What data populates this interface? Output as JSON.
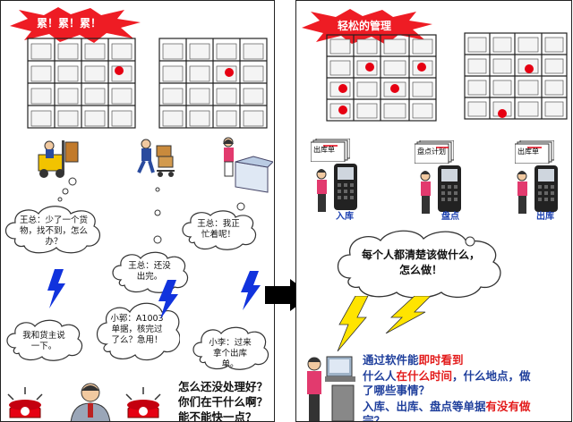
{
  "left_panel": {
    "burst_label": "累！累！累！",
    "thought_bubbles": [
      {
        "text": "王总：少了一个货物，找不到，怎么办？"
      },
      {
        "text": "王总：还没出完。"
      },
      {
        "text": "王总：我正忙着呢！"
      },
      {
        "text": "我和货主说一下。"
      },
      {
        "text": "小郭：A1003单据，核完过了么？急用！"
      },
      {
        "text": "小李：过来拿个出库单。"
      }
    ],
    "questions": [
      "怎么还没处理好？",
      "你们在干什么啊？",
      "能不能快一点？"
    ]
  },
  "right_panel": {
    "burst_label": "轻松的管理",
    "stations": [
      {
        "doc": "出库单",
        "label": "入库"
      },
      {
        "doc": "盘点计划",
        "label": "盘点"
      },
      {
        "doc": "出库单",
        "label": "出库"
      }
    ],
    "cloud_text": "每个人都清楚该做什么，怎么做！",
    "notice": {
      "line1_a": "通过软件能",
      "line1_b": "即时看到",
      "line2_a": "什么人",
      "line2_b": "在什么时间",
      "line2_c": "，什么地点，做",
      "line3": "了哪些事情？",
      "line4_a": "入库、出库、盘点等单据",
      "line4_b": "有没有做",
      "line5": "完？"
    }
  },
  "colors": {
    "burst": "#ee1c24",
    "label_blue": "#1a3fb0",
    "zap_blue": "#1133dd",
    "zap_yellow": "#ffe400",
    "alarm_red": "#e60012"
  }
}
